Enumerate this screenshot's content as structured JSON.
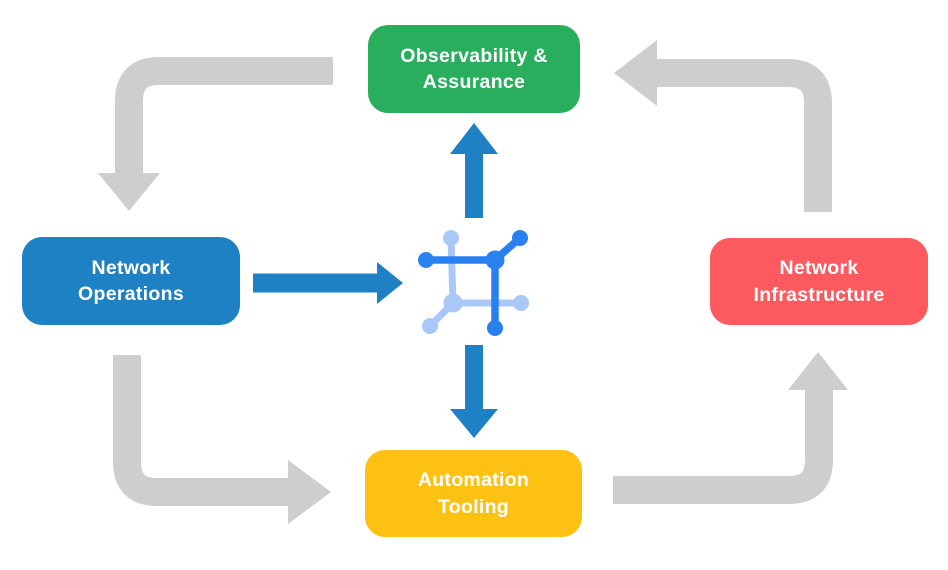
{
  "diagram_title": "Network automation lifecycle diagram",
  "colors": {
    "background": "#ffffff",
    "arrow_gray": "#cecece",
    "arrow_blue": "#1e81c4",
    "icon_dark_blue": "#2b80f0",
    "icon_light_blue": "#a9c8f7",
    "label_text": "#ffffff"
  },
  "boxes": {
    "observability": {
      "line1": "Observability &",
      "line2": "Assurance",
      "color": "#28ae5c"
    },
    "operations": {
      "line1": "Network",
      "line2": "Operations",
      "color": "#1e81c4"
    },
    "infrastructure": {
      "line1": "Network",
      "line2": "Infrastructure",
      "color": "#fd5a5f"
    },
    "automation": {
      "line1": "Automation",
      "line2": "Tooling",
      "color": "#fdc113"
    }
  },
  "center_icon": {
    "name": "network-mesh-icon"
  },
  "flows": [
    {
      "from": "observability",
      "to": "operations",
      "style": "gray-elbow"
    },
    {
      "from": "operations",
      "to": "automation",
      "style": "gray-elbow"
    },
    {
      "from": "automation",
      "to": "infrastructure",
      "style": "gray-elbow"
    },
    {
      "from": "infrastructure",
      "to": "observability",
      "style": "gray-elbow"
    },
    {
      "from": "operations",
      "to": "center-hub",
      "style": "blue-straight"
    },
    {
      "from": "center-hub",
      "to": "observability",
      "style": "blue-straight"
    },
    {
      "from": "center-hub",
      "to": "automation",
      "style": "blue-straight"
    }
  ]
}
